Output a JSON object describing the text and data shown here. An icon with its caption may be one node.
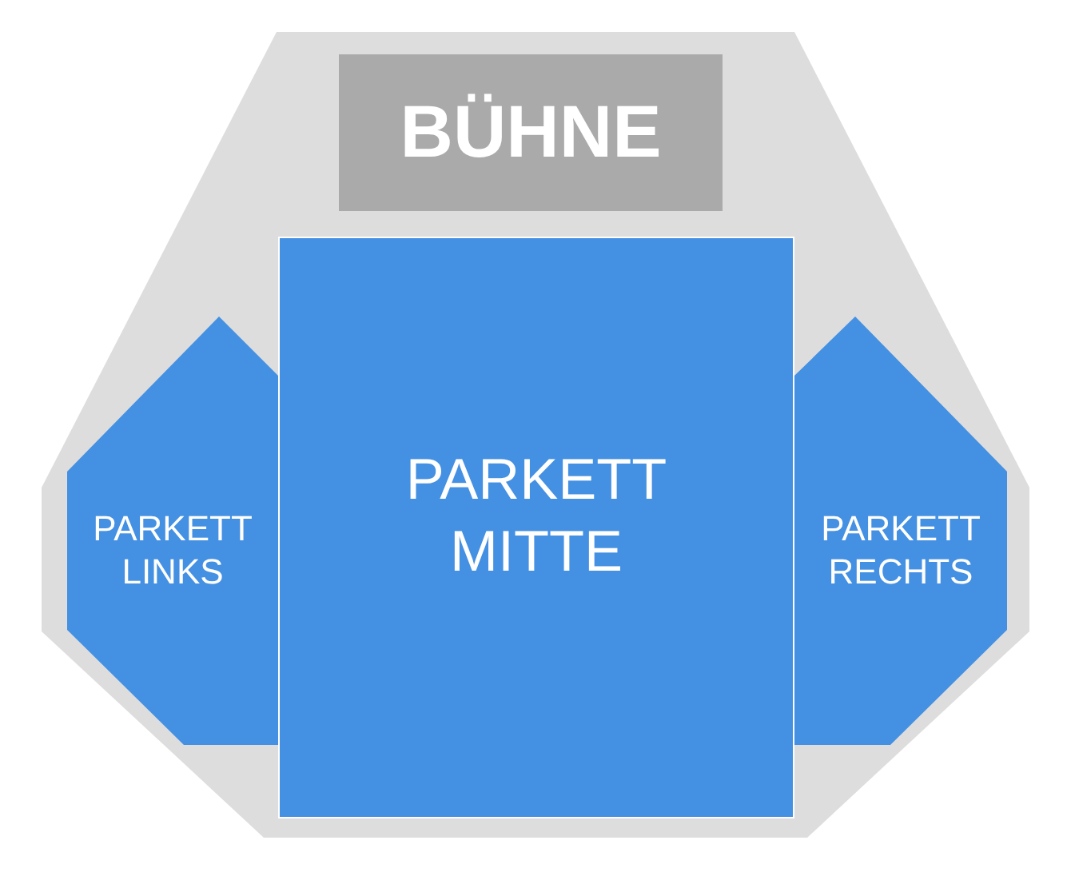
{
  "diagram": {
    "nodes": [
      {
        "text": [
          "BÜHNE"
        ]
      },
      {
        "text": [
          "PARKETT LINKS"
        ]
      },
      {
        "text": [
          "PARKETT MITTE"
        ]
      },
      {
        "text": [
          "PARKETT RECHTS"
        ]
      }
    ]
  }
}
